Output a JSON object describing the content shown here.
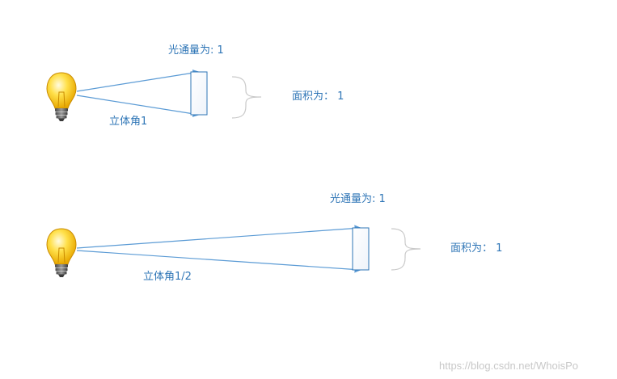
{
  "diagrams": [
    {
      "flux_label": "光通量为: 1",
      "area_label": "面积为：  1",
      "solid_angle_label": "立体角1"
    },
    {
      "flux_label": "光通量为: 1",
      "area_label": "面积为：  1",
      "solid_angle_label": "立体角1/2"
    }
  ],
  "watermark": "https://blog.csdn.net/WhoisPo",
  "colors": {
    "line": "#5b9bd5",
    "text": "#2e75b6",
    "brace": "#c9c9c9",
    "bulb_glass": "#ffd21e",
    "bulb_base": "#6d6d6d"
  },
  "icons": [
    "light-bulb-icon"
  ]
}
